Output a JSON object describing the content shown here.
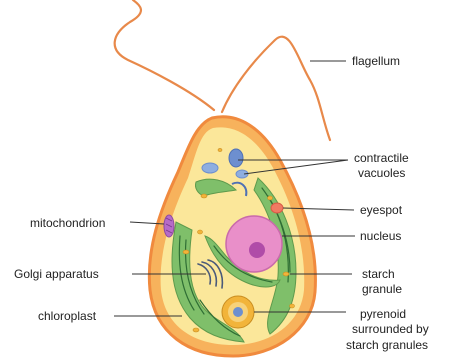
{
  "labels": {
    "flagellum": "flagellum",
    "contractile_1": "contractile",
    "contractile_2": "vacuoles",
    "eyespot": "eyespot",
    "nucleus": "nucleus",
    "starch_1": "starch",
    "starch_2": "granule",
    "pyrenoid_1": "pyrenoid",
    "pyrenoid_2": "surrounded by",
    "pyrenoid_3": "starch granules",
    "mitochondrion": "mitochondrion",
    "golgi": "Golgi apparatus",
    "chloroplast": "chloroplast"
  },
  "colors": {
    "membrane": "#f08a3e",
    "cytoplasm": "#fbe79a",
    "chloroplast": "#7fbf6a",
    "thylakoid": "#2f6e34",
    "nucleus": "#e98fc9",
    "nucleolus": "#b04ca8",
    "vacuole": "#6d8fcf",
    "eyespot": "#f07a62",
    "mitochondrion": "#b66bc8",
    "starch": "#f2b43a",
    "flagellum": "#e8894a"
  }
}
